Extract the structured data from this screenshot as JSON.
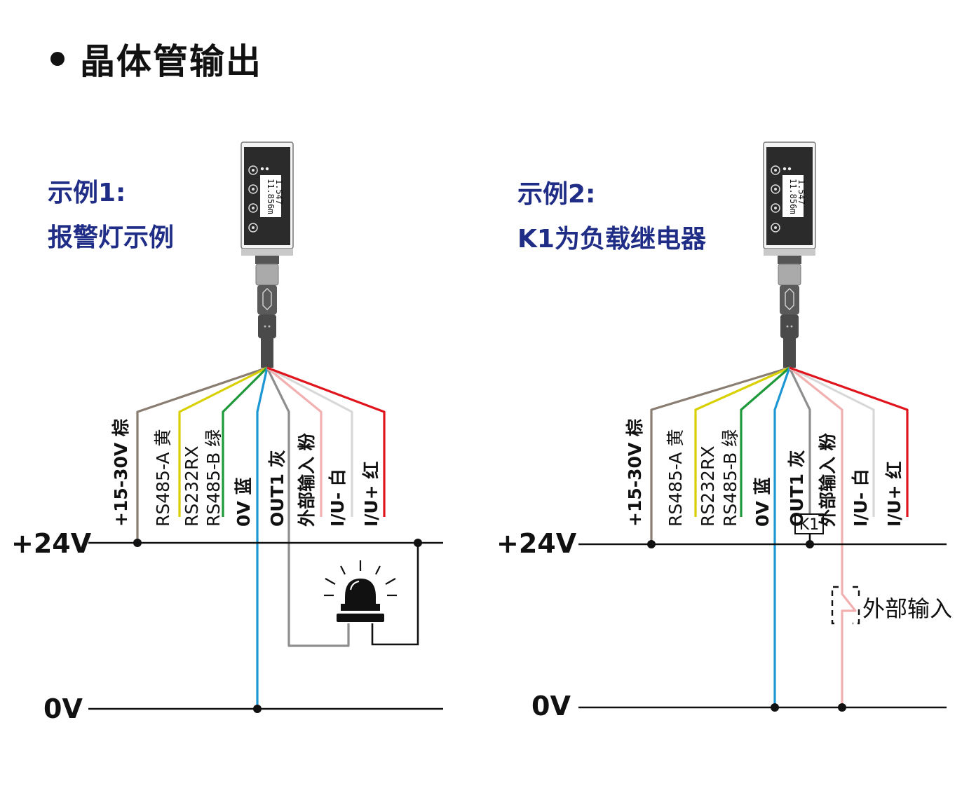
{
  "heading": "晶体管输出",
  "example1": {
    "title_line1": "示例1:",
    "title_line2": "报警灯示例"
  },
  "example2": {
    "title_line1": "示例2:",
    "title_line2": "K1为负载继电器"
  },
  "rails": {
    "plus24v": "+24V",
    "zero_v": "0V"
  },
  "sensor_display": {
    "small_value": "1.547",
    "main_value": "11.856m"
  },
  "wires_ex1": [
    {
      "label": "+15-30V 棕",
      "bold": true
    },
    {
      "label": "RS485-A  黄",
      "bold": false
    },
    {
      "label": "RS232RX",
      "bold": false
    },
    {
      "label": "RS485-B 绿",
      "bold": false
    },
    {
      "label": "0V 蓝",
      "bold": true
    },
    {
      "label": "OUT1 灰",
      "bold": true
    },
    {
      "label": "外部输入 粉",
      "bold": true
    },
    {
      "label": "I/U- 白",
      "bold": true
    },
    {
      "label": "I/U+ 红",
      "bold": true
    }
  ],
  "wires_ex2": [
    {
      "label": "+15-30V 棕",
      "bold": true
    },
    {
      "label": "RS485-A  黄",
      "bold": false
    },
    {
      "label": "RS232RX",
      "bold": false
    },
    {
      "label": "RS485-B 绿",
      "bold": false
    },
    {
      "label": "0V 蓝",
      "bold": true
    },
    {
      "label": "OUT1 灰",
      "bold": true
    },
    {
      "label": "外部输入 粉",
      "bold": true
    },
    {
      "label": "I/U- 白",
      "bold": true
    },
    {
      "label": "I/U+ 红",
      "bold": true
    }
  ],
  "k1_label": "K1",
  "external_input_label": "外部输入",
  "colors": {
    "brown": "#8a7d72",
    "yellow": "#d8d000",
    "green": "#1e9a3a",
    "blue": "#1d97d4",
    "gray": "#8e8e8e",
    "pink": "#f2b0b0",
    "white": "#d8d8d8",
    "red": "#e0141c",
    "title_blue": "#1f2d86"
  }
}
